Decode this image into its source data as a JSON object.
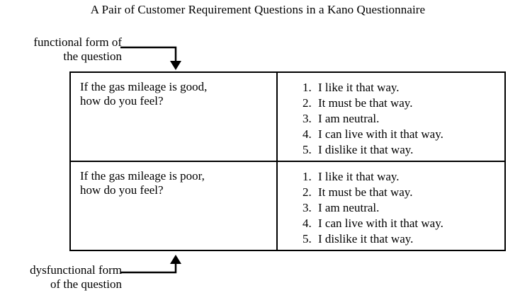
{
  "title": "A Pair of Customer Requirement Questions in a Kano Questionnaire",
  "labels": {
    "functional": {
      "line1": "functional form of",
      "line2": "the question"
    },
    "dysfunctional": {
      "line1": "dysfunctional form",
      "line2": "of the question"
    }
  },
  "table": {
    "rows": [
      {
        "question": {
          "line1": "If the gas mileage is good,",
          "line2": "how do you feel?"
        },
        "options": [
          {
            "num": "1.",
            "text": "I like it that way."
          },
          {
            "num": "2.",
            "text": "It must be that way."
          },
          {
            "num": "3.",
            "text": "I am neutral."
          },
          {
            "num": "4.",
            "text": "I can live with it that way."
          },
          {
            "num": "5.",
            "text": "I dislike it that way."
          }
        ]
      },
      {
        "question": {
          "line1": "If the gas mileage is poor,",
          "line2": "how do you feel?"
        },
        "options": [
          {
            "num": "1.",
            "text": "I like it that way."
          },
          {
            "num": "2.",
            "text": "It must be that way."
          },
          {
            "num": "3.",
            "text": "I am neutral."
          },
          {
            "num": "4.",
            "text": "I can live with it that way."
          },
          {
            "num": "5.",
            "text": "I dislike it that way."
          }
        ]
      }
    ]
  },
  "colors": {
    "ink": "#000000",
    "background": "#ffffff"
  }
}
